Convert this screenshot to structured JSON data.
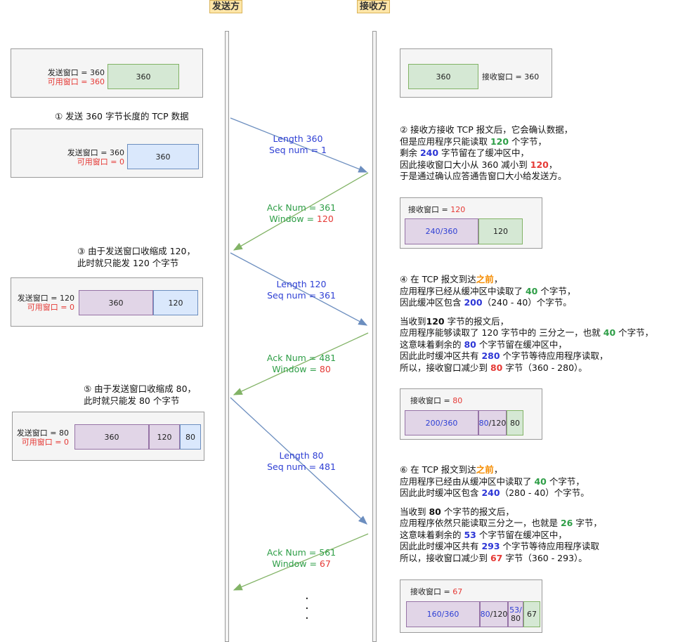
{
  "headers": {
    "sender": "发送方",
    "receiver": "接收方"
  },
  "panels": {
    "s1": {
      "send_label": "发送窗口 = 360",
      "avail_label": "可用窗口 = 360",
      "cells": [
        "360"
      ]
    },
    "s2": {
      "send_label": "发送窗口 = 360",
      "avail_label": "可用窗口 = 0",
      "cells": [
        "360"
      ]
    },
    "s3": {
      "send_label": "发送窗口 = 120",
      "avail_label": "可用窗口 = 0",
      "cells": [
        "360",
        "120"
      ]
    },
    "s4": {
      "send_label": "发送窗口 = 80",
      "avail_label": "可用窗口 = 0",
      "cells": [
        "360",
        "120",
        "80"
      ]
    },
    "r1": {
      "recv_label": "接收窗口 = 360",
      "cells": [
        "360"
      ]
    },
    "r2": {
      "recv_label": "接收窗口 = ",
      "recv_value": "120",
      "cells": [
        "240/360",
        "120"
      ]
    },
    "r3": {
      "recv_label": "接收窗口 = ",
      "recv_value": "80",
      "cells": [
        "200/360",
        "80",
        "/120",
        "80"
      ]
    },
    "r4": {
      "recv_label": "接收窗口 = ",
      "recv_value": "67",
      "cells": [
        "160/360",
        "80",
        "/120",
        "53/",
        "80",
        "67"
      ]
    }
  },
  "messages": {
    "m1": {
      "line1": "Length 360",
      "line2": "Seq num = 1"
    },
    "m2": {
      "line1": "Ack Num = 361",
      "line2_label": "Window = ",
      "line2_value": "120"
    },
    "m3": {
      "line1": "Length 120",
      "line2": "Seq num = 361"
    },
    "m4": {
      "line1": "Ack Num = 481",
      "line2_label": "Window = ",
      "line2_value": "80"
    },
    "m5": {
      "line1": "Length 80",
      "line2": "Seq num = 481"
    },
    "m6": {
      "line1": "Ack Num = 561",
      "line2_label": "Window = ",
      "line2_value": "67"
    }
  },
  "steps": {
    "step1": "① 发送 360 字节长度的 TCP 数据",
    "step2": {
      "l1": "② 接收方接收 TCP 报文后，它会确认数据，",
      "l2a": "但是应用程序只能读取  ",
      "l2b": "120",
      "l2c": " 个字节，",
      "l3a": "剩余 ",
      "l3b": "240",
      "l3c": " 字节留在了缓冲区中，",
      "l4a": "因此接收窗口大小从 360 减小到 ",
      "l4b": "120",
      "l4c": "，",
      "l5": "于是通过确认应答通告窗口大小给发送方。"
    },
    "step3": {
      "l1": "③ 由于发送窗口收缩成 120，",
      "l2": "此时就只能发 120 个字节"
    },
    "step4": {
      "l1a": "④  在 TCP 报文到达",
      "l1b": "之前",
      "l1c": "，",
      "l2a": "应用程序已经从缓冲区中读取了 ",
      "l2b": "40",
      "l2c": " 个字节，",
      "l3a": "因此缓冲区包含 ",
      "l3b": "200",
      "l3c": "（240 - 40）个字节。",
      "l4a": "当收到",
      "l4b": "120",
      "l4c": " 字节的报文后，",
      "l5a": "应用程序能够读取了 120 字节中的 三分之一，也就 ",
      "l5b": "40",
      "l5c": " 个字节，",
      "l6a": "这意味着剩余的 ",
      "l6b": "80",
      "l6c": " 个字节留在缓冲区中，",
      "l7a": "因此此时缓冲区共有 ",
      "l7b": "280",
      "l7c": " 个字节等待应用程序读取，",
      "l8a": "所以，接收窗口减少到 ",
      "l8b": "80",
      "l8c": " 字节（360 - 280）。"
    },
    "step5": {
      "l1": "⑤ 由于发送窗口收缩成 80，",
      "l2": "此时就只能发 80 个字节"
    },
    "step6": {
      "l1a": "⑥  在 TCP 报文到达",
      "l1b": "之前",
      "l1c": "，",
      "l2a": "应用程序已经由从缓冲区中读取了 ",
      "l2b": "40",
      "l2c": " 个字节，",
      "l3a": "因此此时缓冲区包含 ",
      "l3b": "240",
      "l3c": "（280 - 40）个字节。",
      "l4a": "当收到 ",
      "l4b": "80",
      "l4c": " 个字节的报文后，",
      "l5a": "应用程序依然只能读取三分之一，也就是 ",
      "l5b": "26",
      "l5c": " 字节，",
      "l6a": "这意味着剩余的 ",
      "l6b": "53",
      "l6c": " 个字节留在缓冲区中，",
      "l7a": "因此此时缓冲区共有 ",
      "l7b": "293",
      "l7c": " 个字节等待应用程序读取",
      "l8a": "所以，接收窗口减少到 ",
      "l8b": "67",
      "l8c": " 字节（360 - 293）。"
    }
  },
  "colors": {
    "send_arrow": "#6c8ebf",
    "ack_arrow": "#82b366",
    "red": "#e53935",
    "green_bold": "#2e9e47",
    "blue_bold": "#2d36d6",
    "orange_bold": "#f58c00"
  }
}
